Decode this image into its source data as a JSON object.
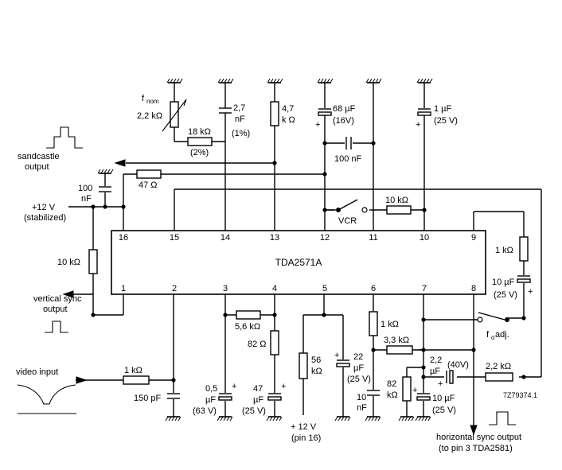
{
  "ic": {
    "name": "TDA2571A",
    "pins_top": [
      "16",
      "15",
      "14",
      "13",
      "12",
      "11",
      "10",
      "9"
    ],
    "pins_bottom": [
      "1",
      "2",
      "3",
      "4",
      "5",
      "6",
      "7",
      "8"
    ]
  },
  "labels": {
    "fnom_main": "f",
    "fnom_sub": "nom",
    "r_fnom": "2,2 kΩ",
    "c27_1": "2,7",
    "c27_2": "nF",
    "c27_3": "(1%)",
    "r18k": "18 kΩ",
    "r18k_tol": "(2%)",
    "r47k_1": "4,7",
    "r47k_2": "k Ω",
    "c68_1": "68 µF",
    "c68_2": "(16V)",
    "c1u_1": "1 µF",
    "c1u_2": "(25 V)",
    "c100n_mid": "100 nF",
    "sandcastle_1": "sandcastle",
    "sandcastle_2": "output",
    "c100n_l1": "100",
    "c100n_l2": "nF",
    "r47": "47 Ω",
    "supply_1": "+12 V",
    "supply_2": "(stabilized)",
    "vcr": "VCR",
    "r10k_top": "10 kΩ",
    "r10k_left": "10 kΩ",
    "vsync_1": "vertical sync",
    "vsync_2": "output",
    "r1k_right": "1 kΩ",
    "c10u_r_1": "10 µF",
    "c10u_r_2": "(25 V)",
    "r56k": "5,6 kΩ",
    "r82": "82 Ω",
    "r56_1": "56",
    "r56_2": "kΩ",
    "c22_1": "22",
    "c22_2": "µF",
    "c22_3": "(25 V)",
    "r1k_p6": "1 kΩ",
    "fo_main": "f",
    "fo_sub": "o",
    "fo_tail": " adj.",
    "r33k": "3,3 kΩ",
    "c22_40_1": "2,2",
    "c22_40_2": "µF",
    "c22_40_3": "(40V)",
    "r22k": "2,2 kΩ",
    "video_in": "video input",
    "r1k_in": "1 kΩ",
    "c150p": "150 pF",
    "c05_1": "0,5",
    "c05_2": "µF",
    "c05_3": "(63 V)",
    "c47_1": "47",
    "c47_2": "µF",
    "c47_3": "(25 V)",
    "supply16_1": "+ 12 V",
    "supply16_2": "(pin 16)",
    "c10n_1": "10",
    "c10n_2": "nF",
    "r82k_1": "82",
    "r82k_2": "kΩ",
    "c10u_b_1": "10 µF",
    "c10u_b_2": "(25 V)",
    "hsync_1": "horizontal sync output",
    "hsync_2": "(to pin 3 TDA2581)",
    "code": "7Z79374.1",
    "plus": "+"
  }
}
